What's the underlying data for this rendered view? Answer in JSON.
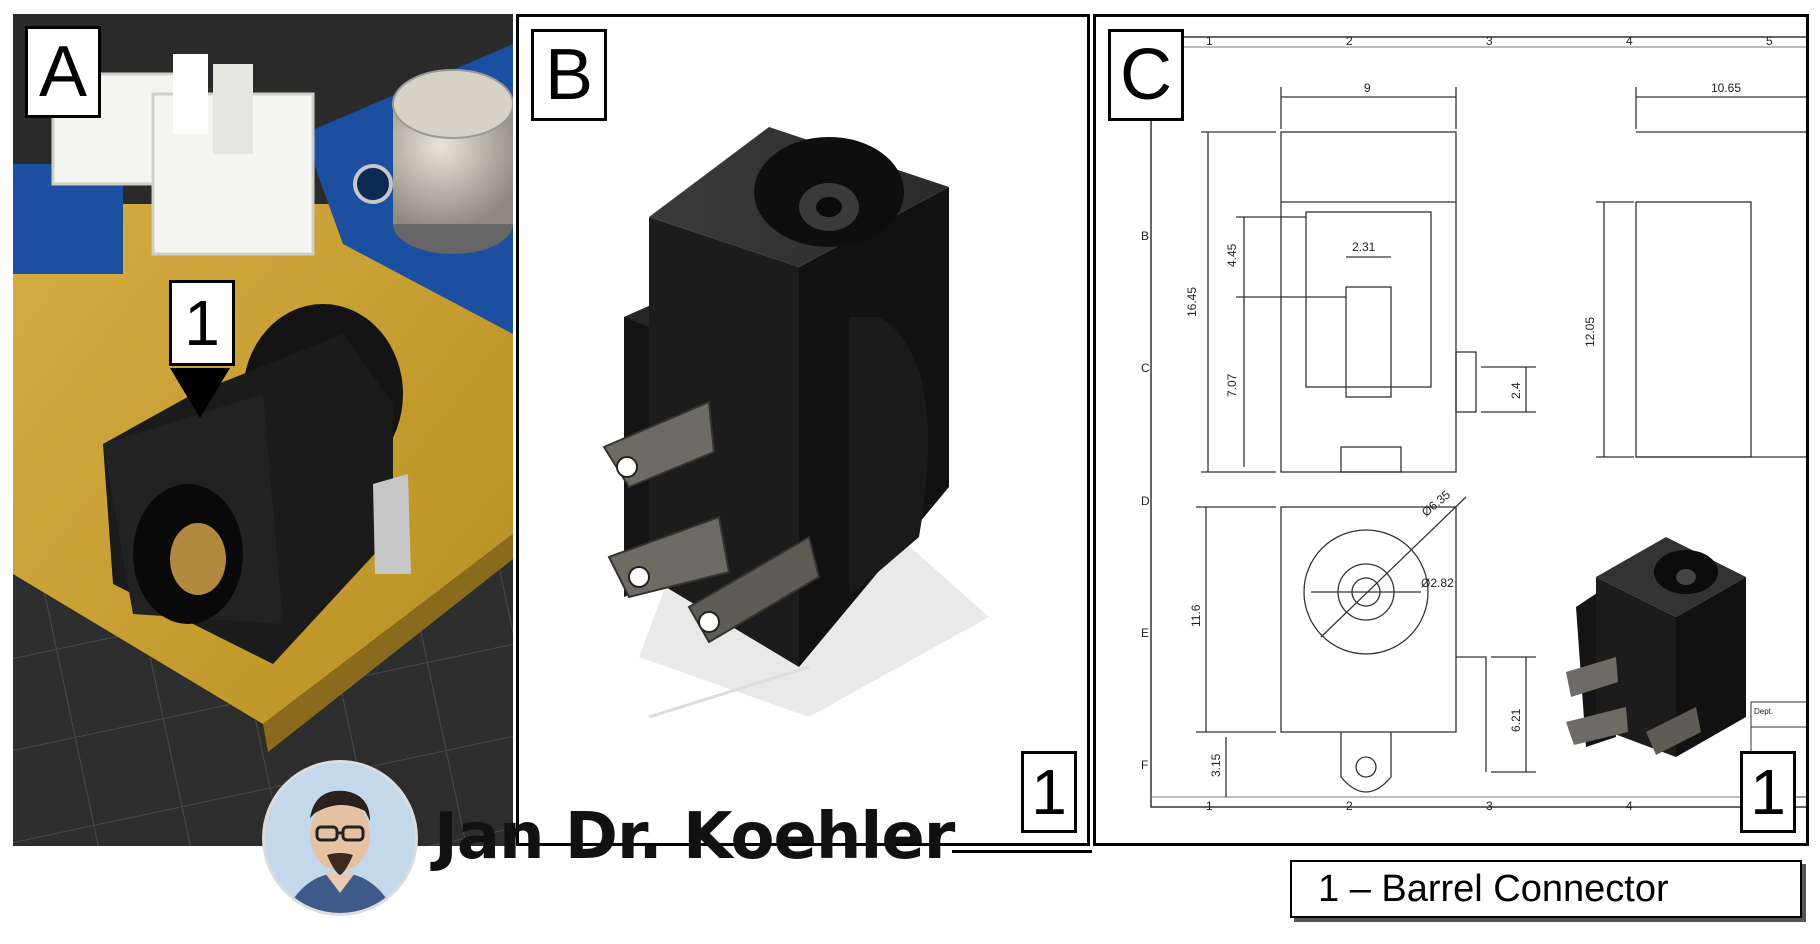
{
  "panels": {
    "a": {
      "letter": "A",
      "callout": "1"
    },
    "b": {
      "letter": "B",
      "corner": "1"
    },
    "c": {
      "letter": "C",
      "corner": "1",
      "grid": {
        "cols_top": [
          "1",
          "2",
          "3",
          "4",
          "5"
        ],
        "cols_bottom": [
          "1",
          "2",
          "3",
          "4"
        ],
        "rows": [
          "B",
          "C",
          "D",
          "E",
          "F"
        ]
      },
      "dims": {
        "front_width": "9",
        "side_width": "10.65",
        "height_total": "16.45",
        "upper": "4.45",
        "slot": "2.31",
        "lower": "7.07",
        "tab": "2.4",
        "side_height": "12.05",
        "bottom_height": "11.6",
        "outer_dia": "Ø6.35",
        "inner_dia": "Ø2.82",
        "pin": "6.21",
        "bottom_pin": "3.15"
      },
      "title_block": "Dept."
    }
  },
  "author": {
    "name": "Jan Dr. Koehler"
  },
  "caption": {
    "text": "1 – Barrel Connector"
  },
  "colors": {
    "pcb": "#c9a233",
    "connector": "#1b1b1b",
    "mat": "#2f2f2f"
  }
}
